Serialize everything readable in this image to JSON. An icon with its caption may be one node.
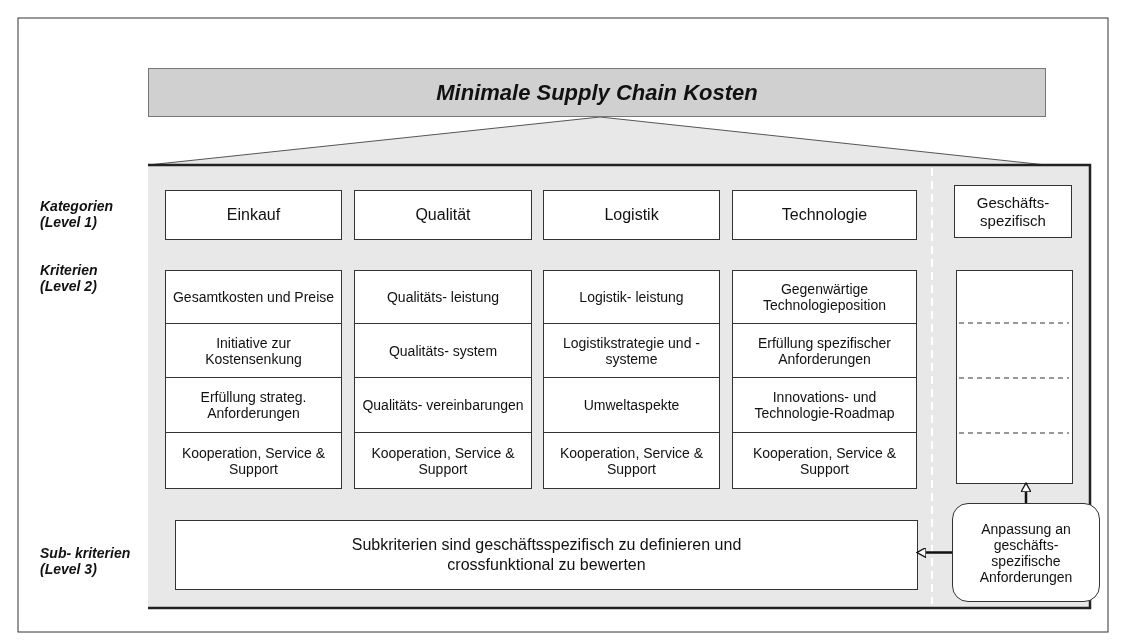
{
  "diagram": {
    "nodes": [
      {
        "text": [
          "Minimale Supply Chain Kosten"
        ]
      },
      {
        "text": [
          "Einkauf"
        ]
      },
      {
        "text": [
          "Qualität"
        ]
      },
      {
        "text": [
          "Logistik"
        ]
      },
      {
        "text": [
          "Technologie"
        ]
      },
      {
        "text": [
          "Geschäfts- spezifisch"
        ]
      },
      {
        "text": [
          "Gesamtkosten und Preise"
        ]
      },
      {
        "text": [
          "Initiative zur Kostensenkung"
        ]
      },
      {
        "text": [
          "Erfüllung strateg. Anforderungen"
        ]
      },
      {
        "text": [
          "Kooperation, Service & Support"
        ]
      },
      {
        "text": [
          "Qualitäts- leistung"
        ]
      },
      {
        "text": [
          "Qualitäts- system"
        ]
      },
      {
        "text": [
          "Qualitäts- vereinbarungen"
        ]
      },
      {
        "text": [
          "Kooperation, Service & Support"
        ]
      },
      {
        "text": [
          "Logistik- leistung"
        ]
      },
      {
        "text": [
          "Logistikstrategie und -systeme"
        ]
      },
      {
        "text": [
          "Umweltaspekte"
        ]
      },
      {
        "text": [
          "Kooperation, Service & Support"
        ]
      },
      {
        "text": [
          "Gegenwärtige Technologieposition"
        ]
      },
      {
        "text": [
          "Erfüllung spezifischer Anforderungen"
        ]
      },
      {
        "text": [
          "Innovations- und Technologie-Roadmap"
        ]
      },
      {
        "text": [
          "Kooperation, Service & Support"
        ]
      },
      {
        "text": [],
        "shape": "box"
      },
      {
        "text": [
          "Subkriterien sind geschäftsspezifisch zu definieren und crossfunktional zu bewerten"
        ]
      },
      {
        "text": [
          "Anpassung an geschäfts- spezifische Anforderungen"
        ]
      }
    ],
    "edges": [
      {
        "from": 24,
        "to": 22,
        "arrow": "to"
      },
      {
        "from": 24,
        "to": 23,
        "arrow": "to"
      }
    ],
    "labels": [
      "Kategorien (Level 1)",
      "Kriterien (Level 2)",
      "Sub- kriterien (Level 3)"
    ]
  }
}
